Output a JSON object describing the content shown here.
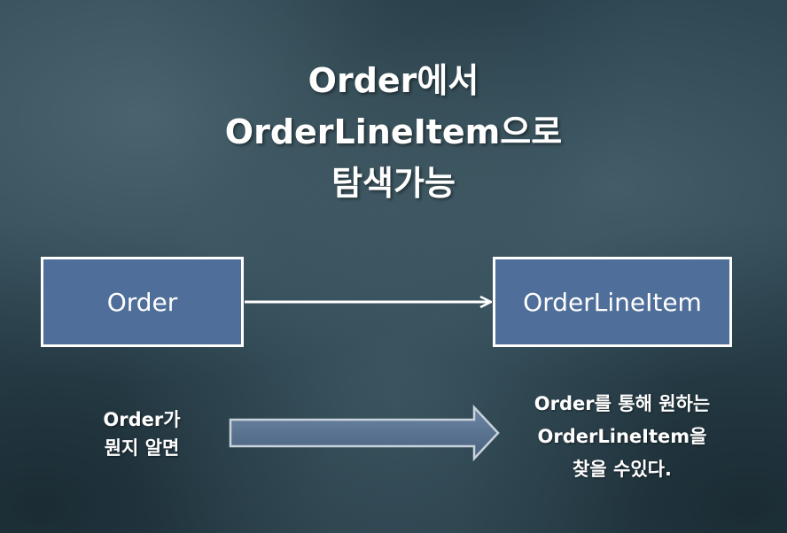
{
  "title": {
    "line1": "Order에서",
    "line2": "OrderLineItem으로",
    "line3": "탐색가능"
  },
  "boxes": {
    "source": "Order",
    "target": "OrderLineItem"
  },
  "caption_left": {
    "line1": "Order가",
    "line2": "뭔지 알면"
  },
  "caption_right": {
    "line1": "Order를 통해 원하는",
    "line2": "OrderLineItem을",
    "line3": "찾을 수있다."
  },
  "colors": {
    "box_fill": "#4f6e99",
    "box_border": "#ffffff",
    "text": "#ffffff",
    "block_arrow_fill": "#5a7391"
  }
}
